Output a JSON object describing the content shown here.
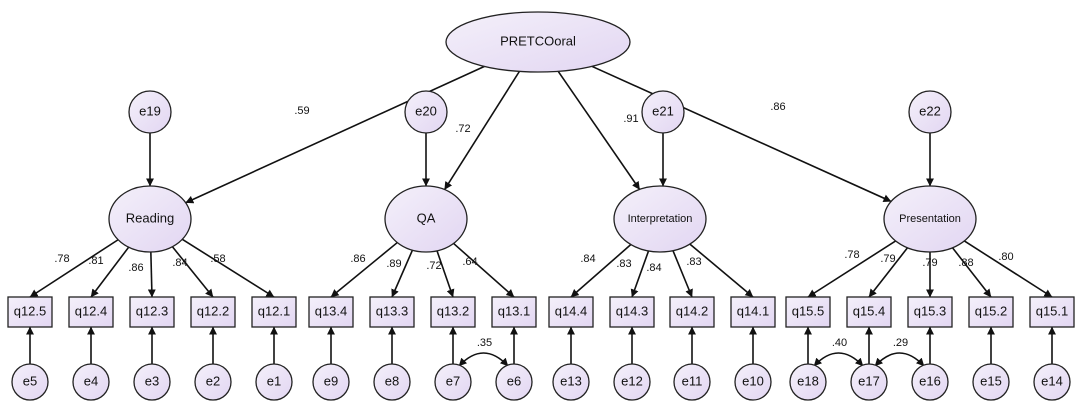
{
  "colors": {
    "node_fill_light": "#f4f0fa",
    "node_fill_dark": "#e2d6f2",
    "stroke": "#222222"
  },
  "top_factor": "PRETCOoral",
  "factors": [
    {
      "id": "reading",
      "label": "Reading",
      "error": "e19",
      "loading": ".59"
    },
    {
      "id": "qa",
      "label": "QA",
      "error": "e20",
      "loading": ".72"
    },
    {
      "id": "interp",
      "label": "Interpretation",
      "error": "e21",
      "loading": ".91"
    },
    {
      "id": "pres",
      "label": "Presentation",
      "error": "e22",
      "loading": ".86"
    }
  ],
  "items": [
    {
      "label": "q12.5",
      "error": "e5",
      "factor": "reading",
      "loading": ".78"
    },
    {
      "label": "q12.4",
      "error": "e4",
      "factor": "reading",
      "loading": ".81"
    },
    {
      "label": "q12.3",
      "error": "e3",
      "factor": "reading",
      "loading": ".86"
    },
    {
      "label": "q12.2",
      "error": "e2",
      "factor": "reading",
      "loading": ".84"
    },
    {
      "label": "q12.1",
      "error": "e1",
      "factor": "reading",
      "loading": ".58"
    },
    {
      "label": "q13.4",
      "error": "e9",
      "factor": "qa",
      "loading": ".86"
    },
    {
      "label": "q13.3",
      "error": "e8",
      "factor": "qa",
      "loading": ".89"
    },
    {
      "label": "q13.2",
      "error": "e7",
      "factor": "qa",
      "loading": ".72"
    },
    {
      "label": "q13.1",
      "error": "e6",
      "factor": "qa",
      "loading": ".64"
    },
    {
      "label": "q14.4",
      "error": "e13",
      "factor": "interp",
      "loading": ".84"
    },
    {
      "label": "q14.3",
      "error": "e12",
      "factor": "interp",
      "loading": ".83"
    },
    {
      "label": "q14.2",
      "error": "e11",
      "factor": "interp",
      "loading": ".84"
    },
    {
      "label": "q14.1",
      "error": "e10",
      "factor": "interp",
      "loading": ".83"
    },
    {
      "label": "q15.5",
      "error": "e18",
      "factor": "pres",
      "loading": ".78"
    },
    {
      "label": "q15.4",
      "error": "e17",
      "factor": "pres",
      "loading": ".79"
    },
    {
      "label": "q15.3",
      "error": "e16",
      "factor": "pres",
      "loading": ".79"
    },
    {
      "label": "q15.2",
      "error": "e15",
      "factor": "pres",
      "loading": ".88"
    },
    {
      "label": "q15.1",
      "error": "e14",
      "factor": "pres",
      "loading": ".80"
    }
  ],
  "covariances": [
    {
      "a": "e7",
      "b": "e6",
      "value": ".35"
    },
    {
      "a": "e18",
      "b": "e17",
      "value": ".40"
    },
    {
      "a": "e17",
      "b": "e16",
      "value": ".29"
    }
  ]
}
